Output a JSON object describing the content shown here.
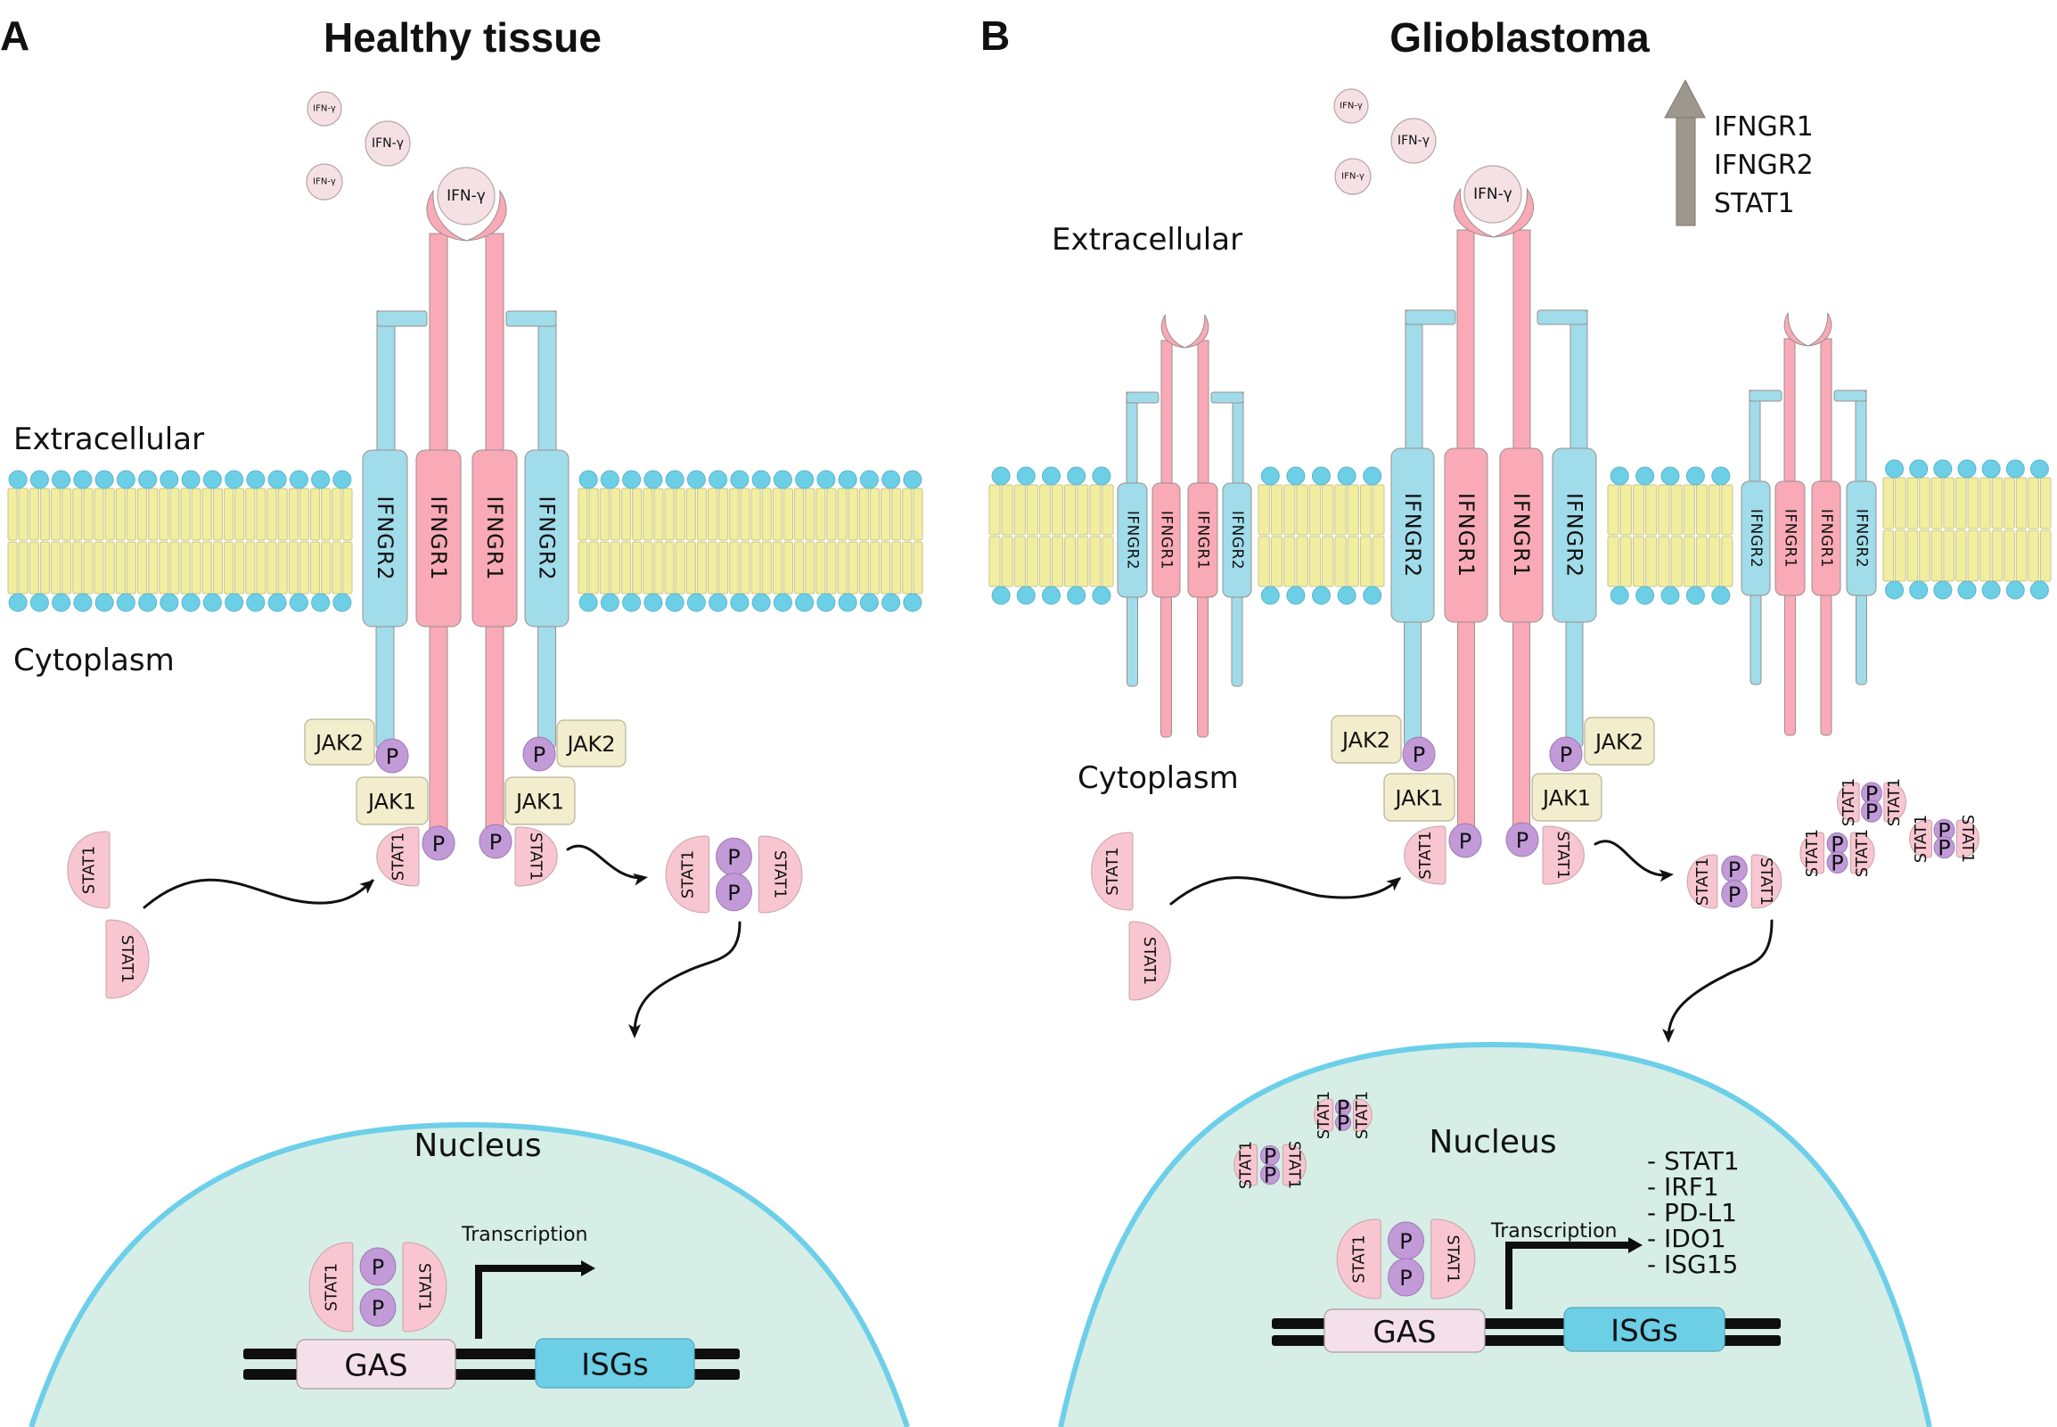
{
  "panel_a": {
    "letter": "A",
    "title": "Healthy tissue",
    "extracellular_label": "Extracellular",
    "cytoplasm_label": "Cytoplasm",
    "nucleus_label": "Nucleus",
    "ligand_label": "IFN-γ",
    "receptor_labels": [
      "IFNGR2",
      "IFNGR1",
      "IFNGR1",
      "IFNGR2"
    ],
    "jak2_label": "JAK2",
    "jak1_label": "JAK1",
    "phospho_label": "P",
    "stat_label": "STAT1",
    "transcription_label": "Transcription",
    "gas_label": "GAS",
    "isgs_label": "ISGs"
  },
  "panel_b": {
    "letter": "B",
    "title": "Glioblastoma",
    "extracellular_label": "Extracellular",
    "cytoplasm_label": "Cytoplasm",
    "nucleus_label": "Nucleus",
    "ligand_label": "IFN-γ",
    "receptor_labels": [
      "IFNGR2",
      "IFNGR1",
      "IFNGR1",
      "IFNGR2"
    ],
    "jak2_label": "JAK2",
    "jak1_label": "JAK1",
    "phospho_label": "P",
    "stat_label": "STAT1",
    "transcription_label": "Transcription",
    "gas_label": "GAS",
    "isgs_label": "ISGs",
    "upregulated": [
      "IFNGR1",
      "IFNGR2",
      "STAT1"
    ],
    "isg_targets": [
      "- STAT1",
      "- IRF1",
      "- PD-L1",
      "- IDO1",
      "- ISG15"
    ]
  },
  "colors": {
    "receptor_r1": "#f9aab6",
    "receptor_r2": "#a0dcea",
    "lipid_head": "#6ccfe6",
    "lipid_tail": "#f2ee9f",
    "jak": "#f2edcc",
    "phospho": "#c29ad8",
    "stat": "#f8c6d0",
    "ifn": "#f5e1e3",
    "nucleus_fill": "#d6eee6",
    "nucleus_border": "#6dcfe9",
    "gas": "#f4e0ea",
    "isgs": "#6ccfe6",
    "up_arrow": "#9d978d"
  }
}
